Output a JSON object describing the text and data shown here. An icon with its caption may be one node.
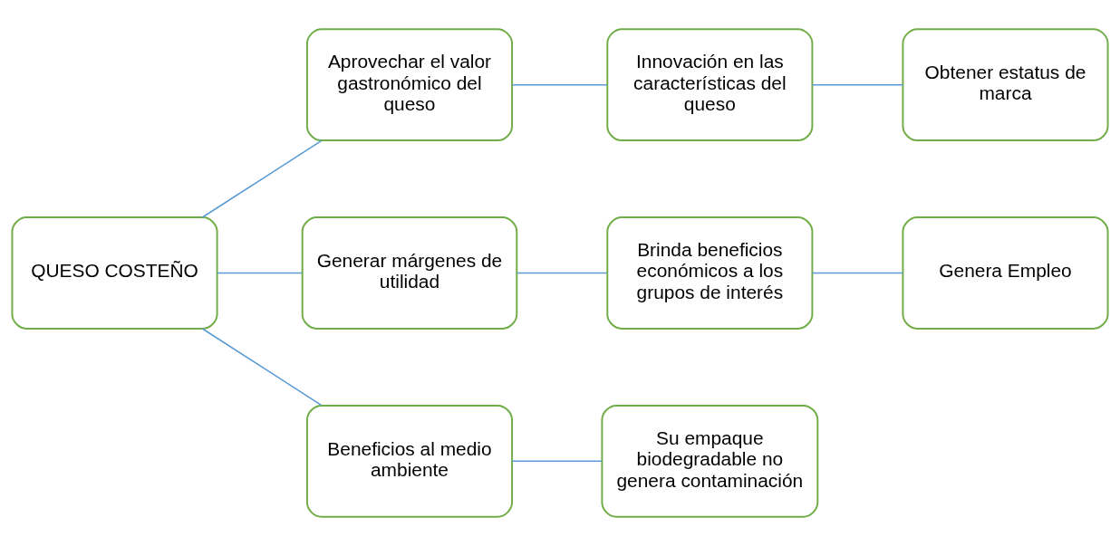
{
  "diagram": {
    "nodes": [
      {
        "text": [
          "QUESO COSTEÑO"
        ]
      },
      {
        "text": [
          "Aprovechar el valor gastronómico del queso"
        ]
      },
      {
        "text": [
          "Innovación en las características del queso"
        ]
      },
      {
        "text": [
          "Obtener estatus de marca"
        ]
      },
      {
        "text": [
          "Generar márgenes de utilidad"
        ]
      },
      {
        "text": [
          "Brinda beneficios económicos a los grupos de interés"
        ]
      },
      {
        "text": [
          "Genera Empleo"
        ]
      },
      {
        "text": [
          "Beneficios al medio ambiente"
        ]
      },
      {
        "text": [
          "Su empaque biodegradable no genera contaminación"
        ]
      }
    ],
    "edges": [
      {
        "from": 0,
        "to": 1,
        "arrow": "none"
      },
      {
        "from": 1,
        "to": 2,
        "arrow": "none"
      },
      {
        "from": 2,
        "to": 3,
        "arrow": "none"
      },
      {
        "from": 0,
        "to": 4,
        "arrow": "none"
      },
      {
        "from": 4,
        "to": 5,
        "arrow": "none"
      },
      {
        "from": 5,
        "to": 6,
        "arrow": "none"
      },
      {
        "from": 0,
        "to": 7,
        "arrow": "none"
      },
      {
        "from": 7,
        "to": 8,
        "arrow": "none"
      }
    ]
  }
}
